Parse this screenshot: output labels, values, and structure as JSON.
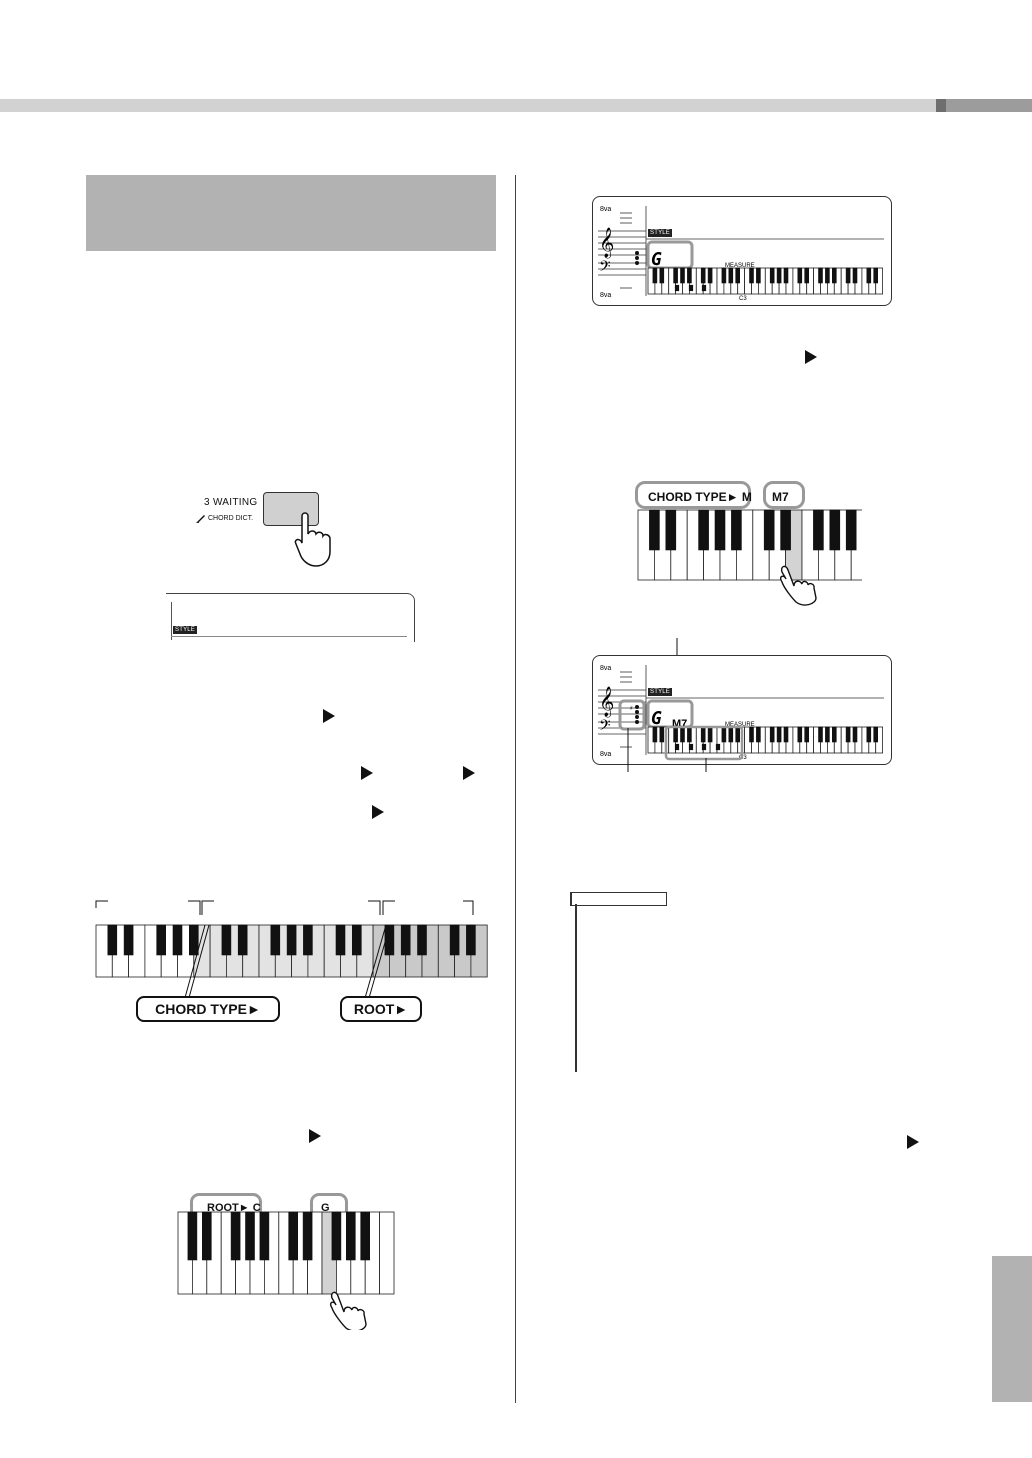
{
  "panel": {
    "waiting_label": "3 WAITING",
    "chord_dict_label": "CHORD DICT."
  },
  "lcd": {
    "style_tag": "STYLE",
    "ottava_top": "8va",
    "ottava_bottom": "8va",
    "chord_root": "G",
    "chord_quality": "M7",
    "measure_label": "MEASURE",
    "c3_label": "C3"
  },
  "keyboard_labels": {
    "chord_type": "CHORD TYPE►",
    "root": "ROOT►",
    "root_c": "ROOT► C",
    "root_g": "G",
    "chord_type_m": "CHORD TYPE► M",
    "m7": "M7"
  },
  "colors": {
    "section_bar": "#b2b2b2",
    "highlight": "#d3d3d3",
    "outline": "#999999"
  }
}
